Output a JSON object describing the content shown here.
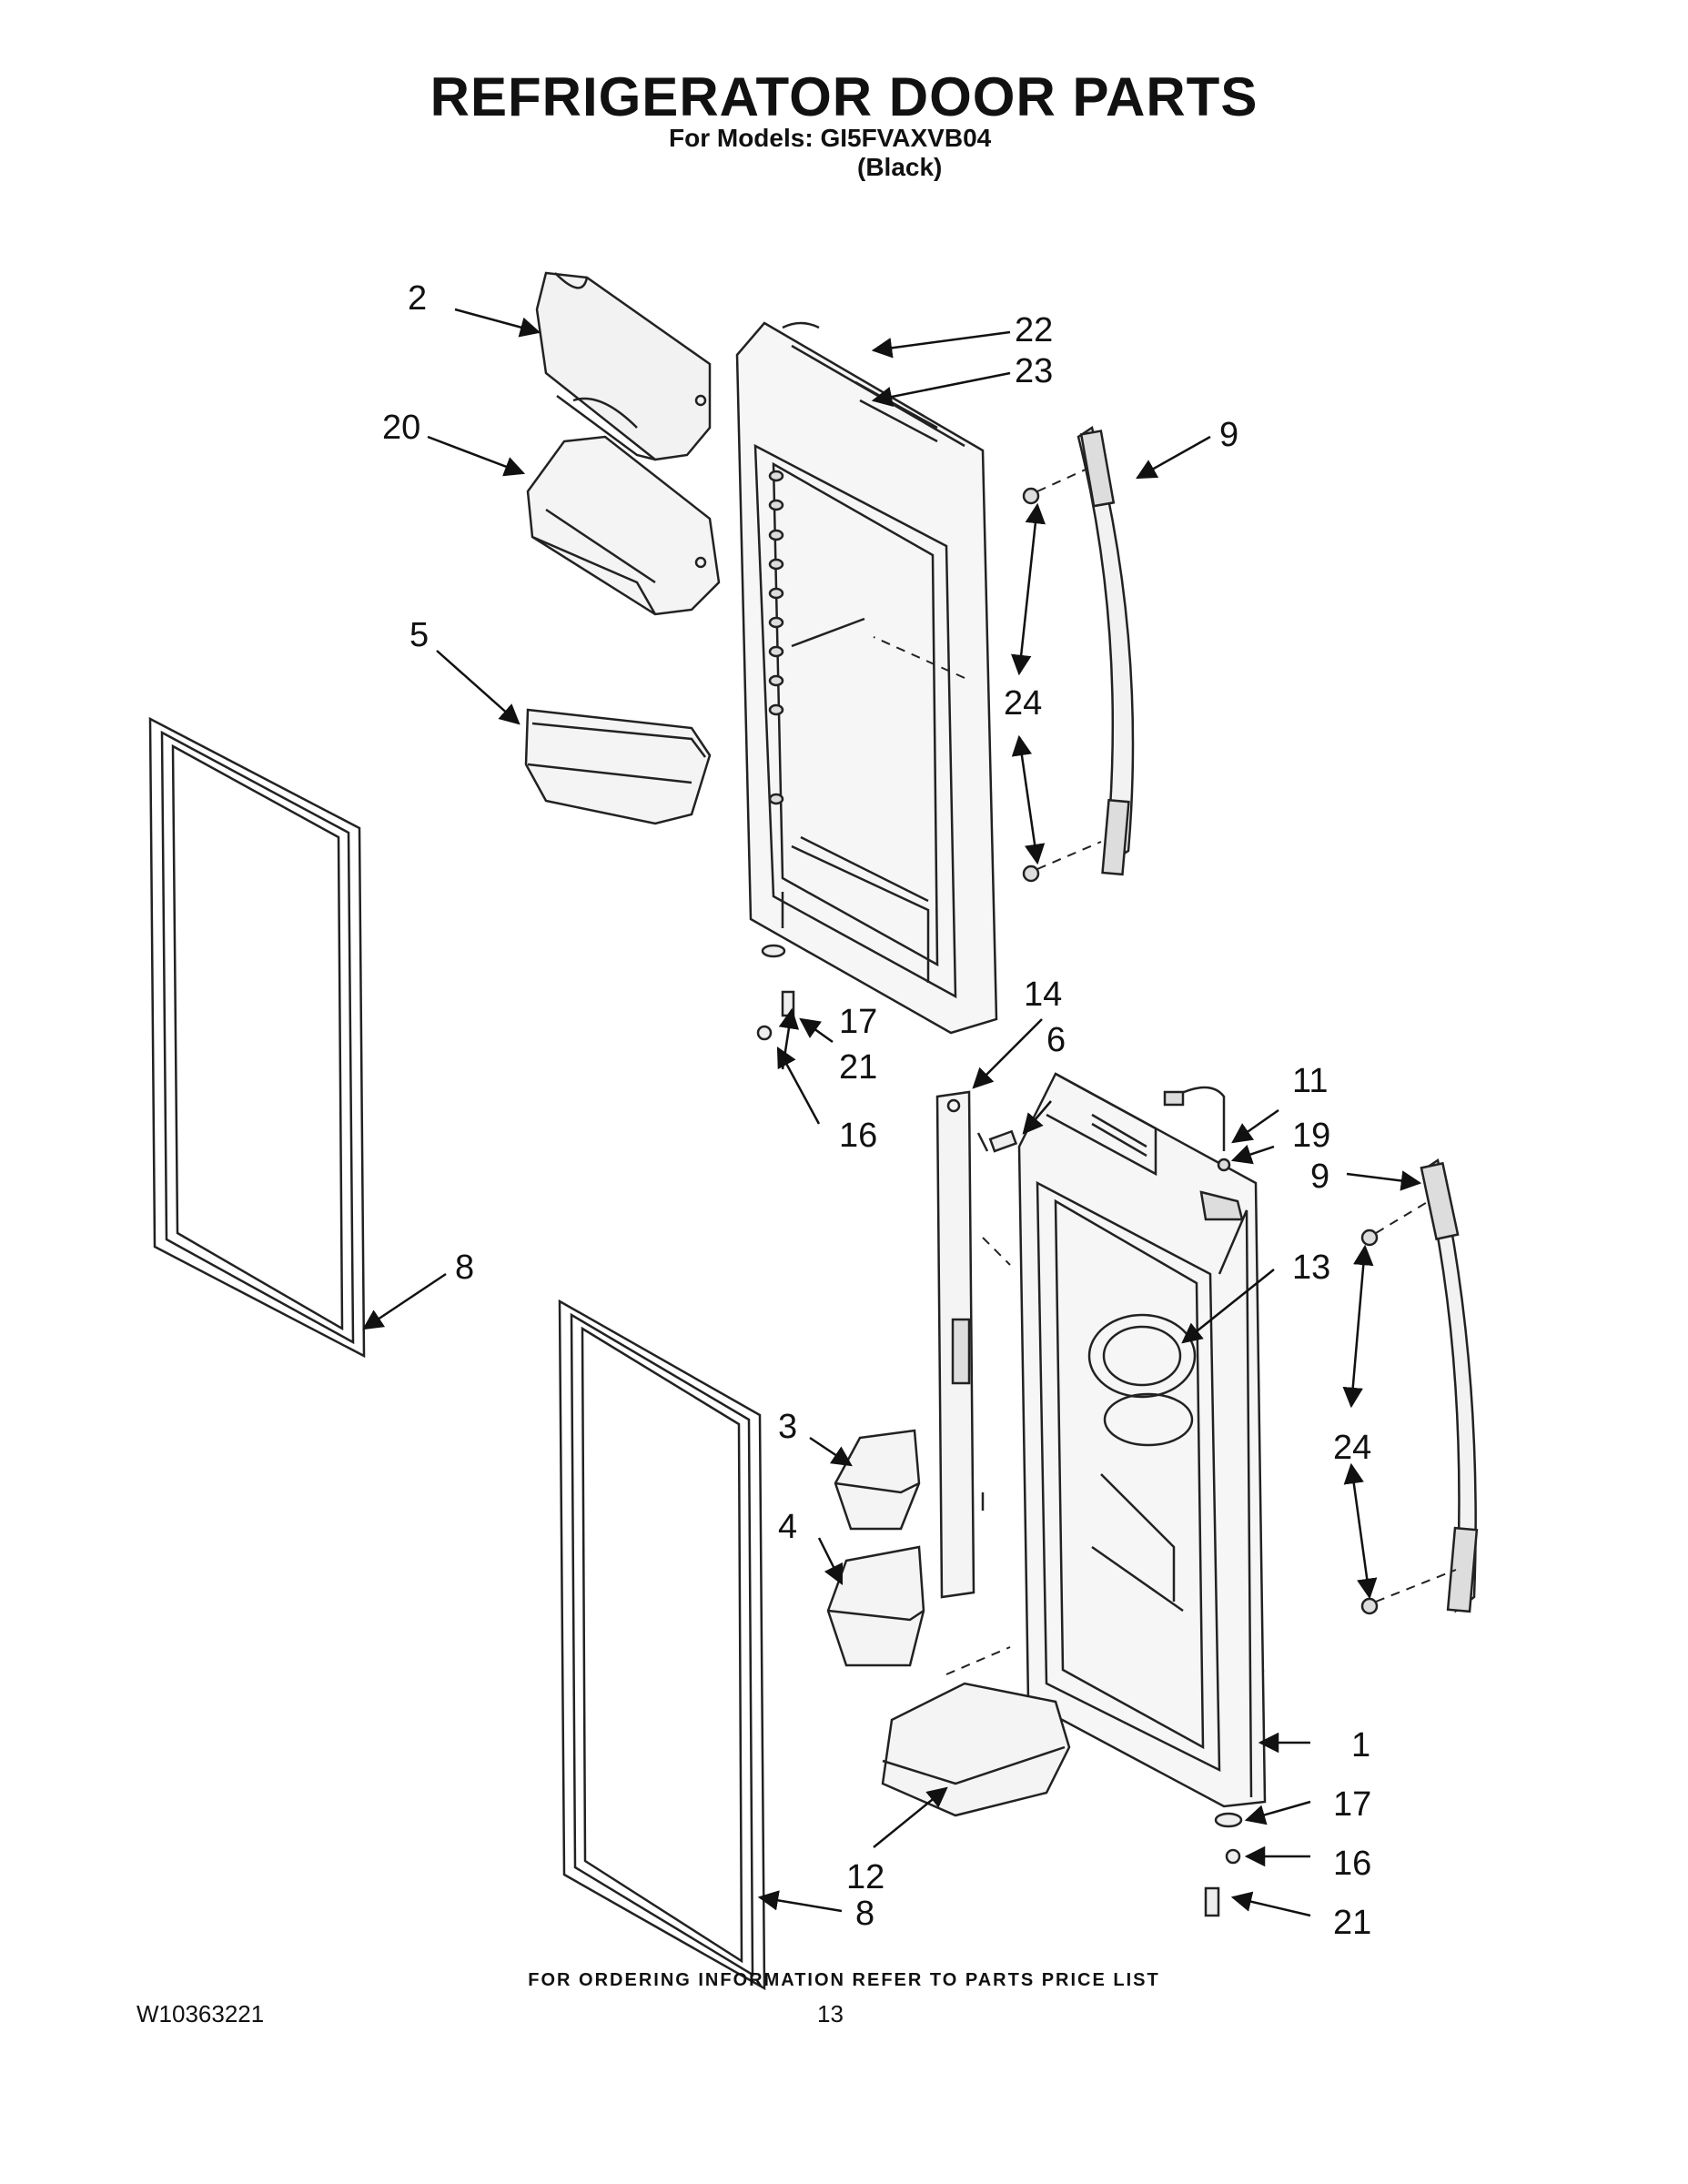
{
  "header": {
    "title": "REFRIGERATOR DOOR PARTS",
    "models_line": "For Models: GI5FVAXVB04",
    "color_line": "(Black)"
  },
  "callouts": {
    "c1": "1",
    "c2": "2",
    "c3": "3",
    "c4": "4",
    "c5": "5",
    "c6": "6",
    "c8a": "8",
    "c8b": "8",
    "c9a": "9",
    "c9b": "9",
    "c11": "11",
    "c12": "12",
    "c13": "13",
    "c14": "14",
    "c16a": "16",
    "c16b": "16",
    "c17a": "17",
    "c17b": "17",
    "c19": "19",
    "c20": "20",
    "c21a": "21",
    "c21b": "21",
    "c22": "22",
    "c23": "23",
    "c24a": "24",
    "c24b": "24"
  },
  "footer": {
    "ordering_note": "FOR ORDERING INFORMATION REFER TO PARTS PRICE LIST",
    "doc_number": "W10363221",
    "page_number": "13"
  }
}
